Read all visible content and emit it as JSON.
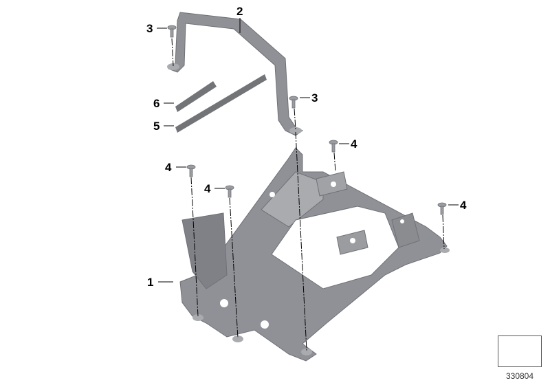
{
  "diagram": {
    "type": "exploded-parts-view",
    "colors": {
      "metal": "#8f9196",
      "metal_dark": "#6f7176",
      "metal_light": "#a9abaf",
      "strip": "#727478",
      "label": "#000000"
    },
    "callouts": [
      {
        "id": "c1",
        "label": "1",
        "part": "battery-holder-bracket"
      },
      {
        "id": "c2",
        "label": "2",
        "part": "retaining-strap"
      },
      {
        "id": "c3a",
        "label": "3",
        "part": "screw"
      },
      {
        "id": "c3b",
        "label": "3",
        "part": "screw"
      },
      {
        "id": "c4a",
        "label": "4",
        "part": "screw"
      },
      {
        "id": "c4b",
        "label": "4",
        "part": "screw"
      },
      {
        "id": "c4c",
        "label": "4",
        "part": "screw"
      },
      {
        "id": "c4d",
        "label": "4",
        "part": "screw"
      },
      {
        "id": "c5",
        "label": "5",
        "part": "rubber-strip"
      },
      {
        "id": "c6",
        "label": "6",
        "part": "rubber-strip"
      }
    ],
    "reference": {
      "icon": "arrow-orientation-icon",
      "number": "330804"
    }
  }
}
